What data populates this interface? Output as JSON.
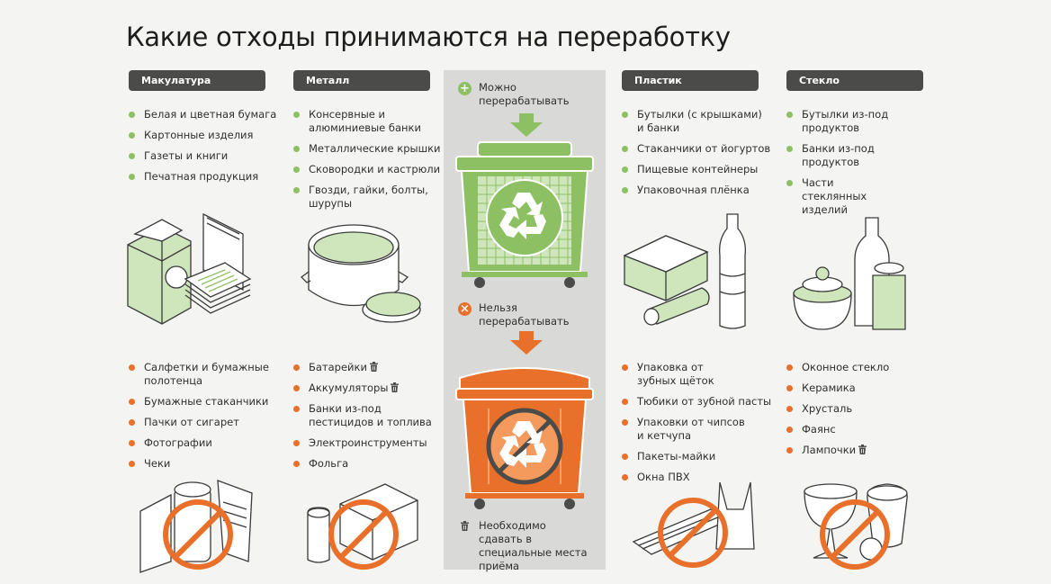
{
  "title": "Какие отходы принимаются на переработку",
  "colors": {
    "green": "#8cc063",
    "orange": "#e8702a",
    "header": "#4b4b4a",
    "panel": "#d9d9d8"
  },
  "legend": {
    "recyclable": "Можно перерабатывать",
    "not_recyclable": "Нельзя перерабатывать",
    "special": "Необходимо сдавать в специальные места приёма"
  },
  "categories": [
    {
      "name": "Макулатура",
      "yes": [
        "Белая и цветная бумага",
        "Картонные изделия",
        "Газеты и книги",
        "Печатная продукция"
      ],
      "no": [
        "Салфетки и бумажные полотенца",
        "Бумажные стаканчики",
        "Пачки от сигарет",
        "Фотографии",
        "Чеки"
      ]
    },
    {
      "name": "Металл",
      "yes": [
        "Консервные и алюминиевые банки",
        "Металлические крышки",
        "Сковородки и кастрюли",
        "Гвозди, гайки, болты, шурупы"
      ],
      "no": [
        "Батарейки",
        "Аккумуляторы",
        "Банки из-под пестицидов и топлива",
        "Электроинструменты",
        "Фольга"
      ]
    },
    {
      "name": "Пластик",
      "yes": [
        "Бутылки (с крышками) и банки",
        "Стаканчики от йогуртов",
        "Пищевые контейнеры",
        "Упаковочная плёнка"
      ],
      "no": [
        "Упаковка от зубных щёток",
        "Тюбики от зубной пасты",
        "Упаковки от чипсов и кетчупа",
        "Пакеты-майки",
        "Окна ПВХ"
      ]
    },
    {
      "name": "Стекло",
      "yes": [
        "Бутылки из-под продуктов",
        "Банки из-под продуктов",
        "Части стеклянных изделий"
      ],
      "no": [
        "Оконное стекло",
        "Керамика",
        "Хрусталь",
        "Фаянс",
        "Лампочки"
      ]
    }
  ]
}
